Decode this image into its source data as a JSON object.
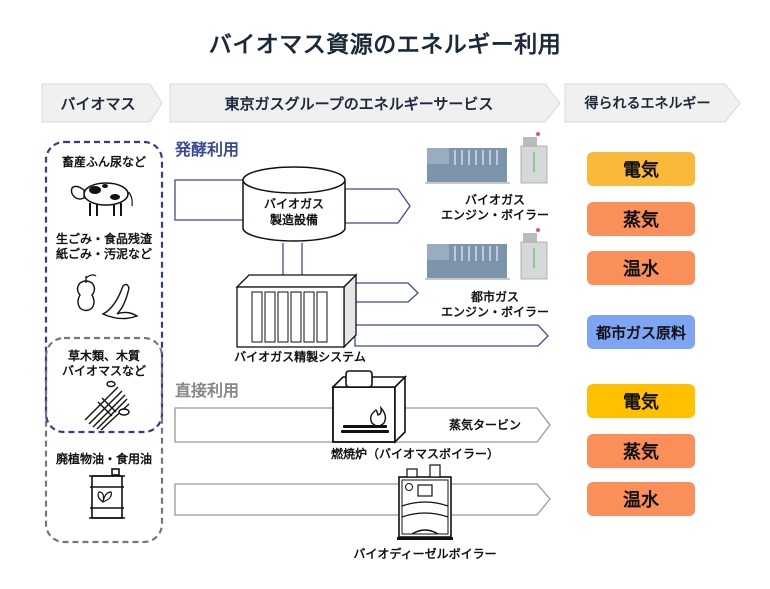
{
  "title": "バイオマス資源のエネルギー利用",
  "header": {
    "steps": [
      {
        "label": "バイオマス"
      },
      {
        "label": "東京ガスグループのエネルギーサービス"
      },
      {
        "label": "得られるエネルギー"
      }
    ]
  },
  "sources": [
    {
      "label": "畜産ふん尿など",
      "icon": "cow-icon"
    },
    {
      "label_line1": "生ごみ・食品残渣",
      "label_line2": "紙ごみ・汚泥など",
      "icon": "food-waste-icon"
    },
    {
      "label_line1": "草木類、木質",
      "label_line2": "バイオマスなど",
      "icon": "wood-bundle-icon"
    },
    {
      "label": "廃植物油・食用油",
      "icon": "oil-drum-icon"
    }
  ],
  "sections": {
    "fermentation": {
      "label": "発酵利用",
      "color": "#3a4a9a"
    },
    "direct": {
      "label": "直接利用",
      "color": "#888888"
    }
  },
  "facilities": {
    "biogas_plant": {
      "line1": "バイオガス",
      "line2": "製造設備"
    },
    "refining": {
      "label": "バイオガス精製システム"
    },
    "biogas_engine": {
      "line1": "バイオガス",
      "line2": "エンジン・ボイラー"
    },
    "city_gas_engine": {
      "line1": "都市ガス",
      "line2": "エンジン・ボイラー"
    },
    "furnace": {
      "label": "燃焼炉（バイオマスボイラー）"
    },
    "steam_turbine": {
      "label": "蒸気タービン"
    },
    "biodiesel_boiler": {
      "label": "バイオディーゼルボイラー"
    }
  },
  "outputs": {
    "fermentation": [
      {
        "label": "電気",
        "color": "#fbb93a"
      },
      {
        "label": "蒸気",
        "color": "#fb8f5a"
      },
      {
        "label": "温水",
        "color": "#fb8f5a"
      },
      {
        "label": "都市ガス原料",
        "color": "#7ea4f4"
      }
    ],
    "direct": [
      {
        "label": "電気",
        "color": "#ffc000"
      },
      {
        "label": "蒸気",
        "color": "#fb8f5a"
      },
      {
        "label": "温水",
        "color": "#fb8f5a"
      }
    ]
  }
}
